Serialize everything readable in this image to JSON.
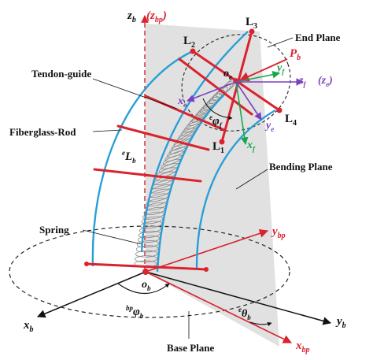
{
  "labels": {
    "z_b": "z",
    "z_b_sub": "b",
    "z_bp_open": "(",
    "z_bp": "z",
    "z_bp_sub": "bp",
    "z_bp_close": ")",
    "L3": "L",
    "L3_sub": "3",
    "L2": "L",
    "L2_sub": "2",
    "L1": "L",
    "L1_sub": "1",
    "L4": "L",
    "L4_sub": "4",
    "end_plane": "End Plane",
    "P_b": "P",
    "P_b_sub": "b",
    "o_e": "o",
    "o_e_sub": "e",
    "y_f": "y",
    "y_f_sub": "f",
    "z_f": "z",
    "z_f_sub": "f",
    "z_e_open": "(",
    "z_e": "z",
    "z_e_sub": "e",
    "z_e_close": ")",
    "tendon_guide": "Tendon-guide",
    "x_e": "x",
    "x_e_sub": "e",
    "phi_f_sup": "e",
    "phi_f": "φ",
    "phi_f_sub": "f",
    "y_e": "y",
    "y_e_sub": "e",
    "x_f": "x",
    "x_f_sub": "f",
    "fiberglass_rod": "Fiberglass-Rod",
    "L_b_sup": "e",
    "L_b": "L",
    "L_b_sub": "b",
    "bending_plane": "Bending Plane",
    "spring": "Spring",
    "y_bp": "y",
    "y_bp_sub": "bp",
    "o_b": "o",
    "o_b_sub": "b",
    "phi_b_sup": "bp",
    "phi_b": "φ",
    "phi_b_sub": "b",
    "theta_b_sup": "e",
    "theta_b": "θ",
    "theta_b_sub": "b",
    "x_b": "x",
    "x_b_sub": "b",
    "y_b": "y",
    "y_b_sub": "b",
    "base_plane": "Base Plane",
    "x_bp": "x",
    "x_bp_sub": "bp"
  },
  "colors": {
    "rod": "#2a9fd6",
    "guide": "#d9232e",
    "axis_black": "#111111",
    "axis_red": "#d9232e",
    "frame_green": "#1aa64a",
    "frame_purple": "#7a3fc2",
    "plane_fill": "#d9d9d9"
  }
}
